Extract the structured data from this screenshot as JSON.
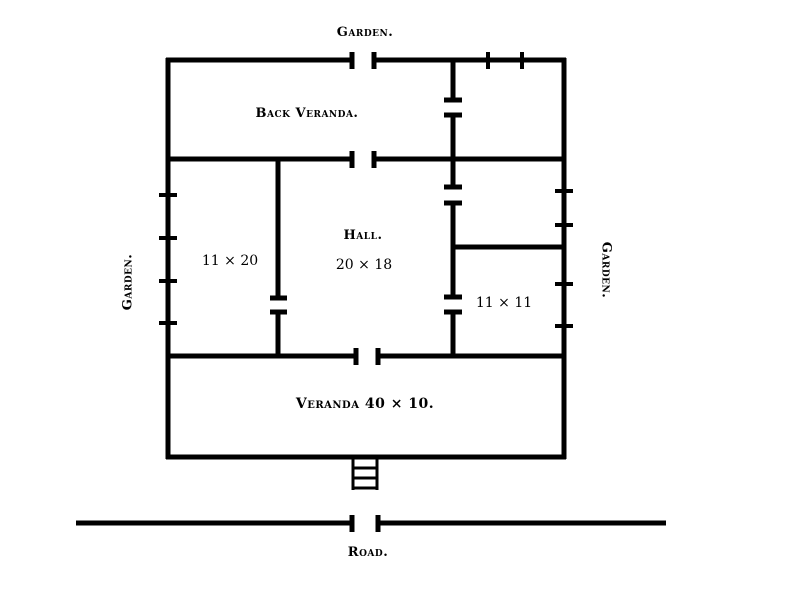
{
  "labels": {
    "garden_top": "Garden.",
    "garden_left": "Garden.",
    "garden_right": "Garden.",
    "back_veranda": "Back Veranda.",
    "hall_title": "Hall.",
    "hall_size": "20 × 18",
    "left_room": "11 × 20",
    "right_room": "11 × 11",
    "veranda": "Veranda 40 × 10.",
    "road": "Road."
  }
}
